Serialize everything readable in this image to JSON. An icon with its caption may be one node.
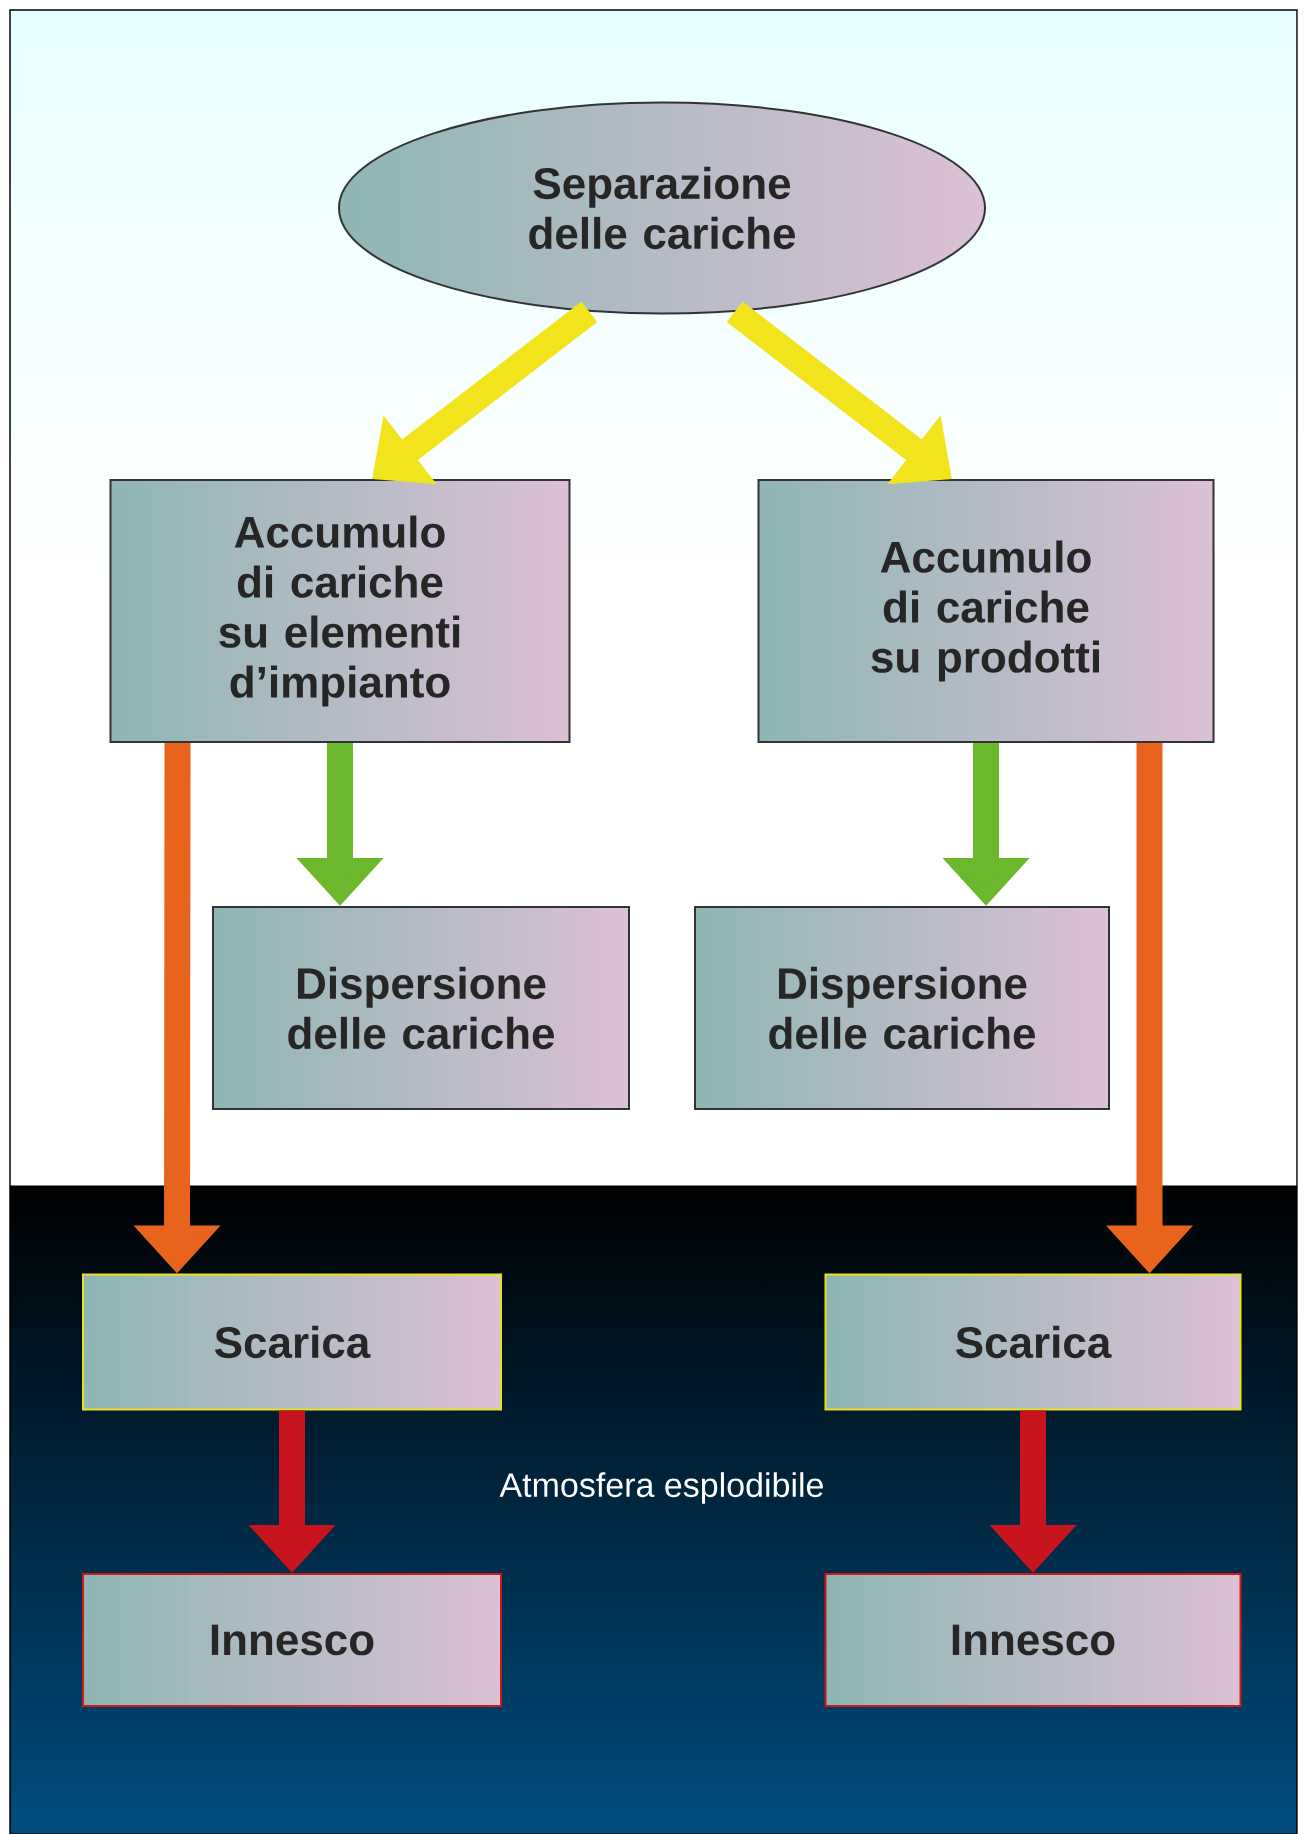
{
  "diagram": {
    "nodes": [
      {
        "text": [
          "Separazione delle cariche"
        ]
      },
      {
        "text": [
          "Accumulo di cariche su elementi d’impianto"
        ]
      },
      {
        "text": [
          "Accumulo di cariche su prodotti"
        ]
      },
      {
        "text": [
          "Dispersione delle cariche"
        ]
      },
      {
        "text": [
          "Dispersione delle cariche"
        ]
      },
      {
        "text": [
          "Scarica"
        ]
      },
      {
        "text": [
          "Scarica"
        ]
      },
      {
        "text": [
          "Innesco"
        ]
      },
      {
        "text": [
          "Innesco"
        ]
      }
    ],
    "edges": [
      {
        "from": 0,
        "to": 1,
        "arrow": "to",
        "color": "#f2e41c"
      },
      {
        "from": 0,
        "to": 2,
        "arrow": "to",
        "color": "#f2e41c"
      },
      {
        "from": 1,
        "to": 5,
        "arrow": "to",
        "color": "#e8641c"
      },
      {
        "from": 1,
        "to": 3,
        "arrow": "to",
        "color": "#6cb82c"
      },
      {
        "from": 2,
        "to": 4,
        "arrow": "to",
        "color": "#6cb82c"
      },
      {
        "from": 2,
        "to": 6,
        "arrow": "to",
        "color": "#e8641c"
      },
      {
        "from": 5,
        "to": 7,
        "arrow": "to",
        "color": "#c8141c"
      },
      {
        "from": 6,
        "to": 8,
        "arrow": "to",
        "color": "#c8141c"
      }
    ],
    "labels": [
      "Atmosfera esplodibile"
    ]
  }
}
